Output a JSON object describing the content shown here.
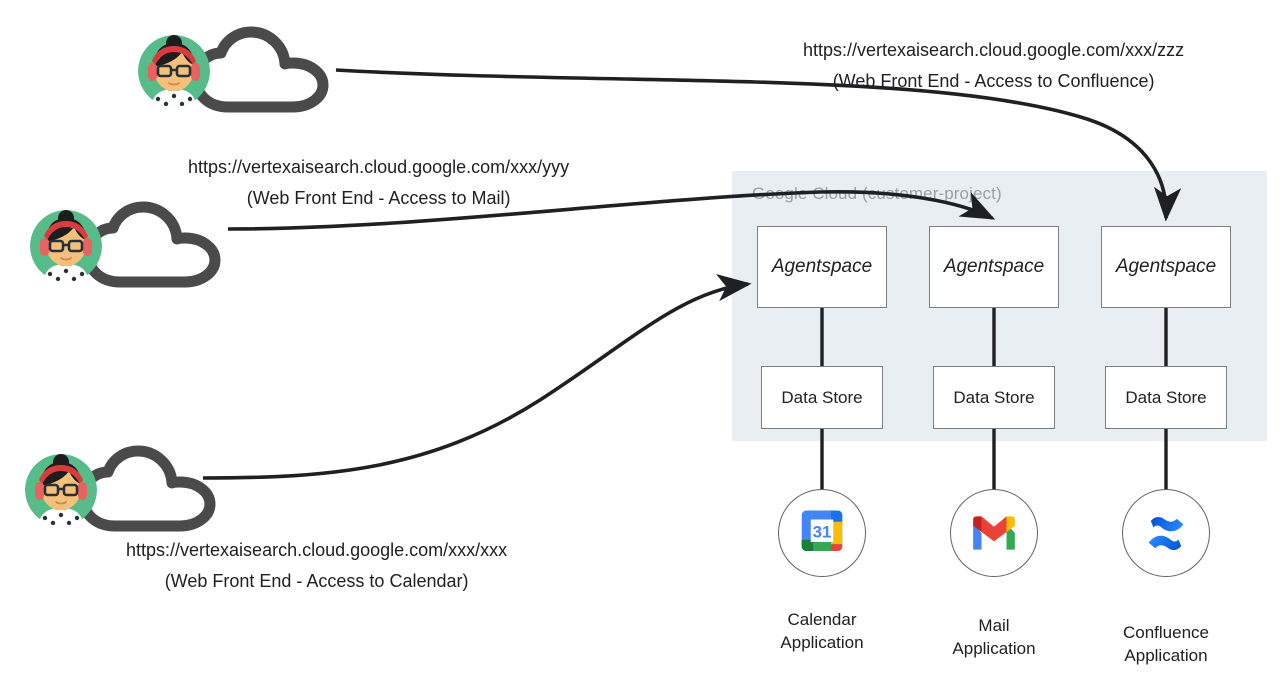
{
  "diagram": {
    "title": "Agentspace multi-instance access architecture",
    "background_color": "#ffffff"
  },
  "container": {
    "label": "Google Cloud (customer-project)",
    "fill_color": "#e8eef1",
    "label_color": "#9aa0a6"
  },
  "users": [
    {
      "id": "user-confluence",
      "icon": "user-cloud-icon",
      "url": "https://vertexaisearch.cloud.google.com/xxx/zzz",
      "description": "(Web Front End - Access to Confluence)"
    },
    {
      "id": "user-mail",
      "icon": "user-cloud-icon",
      "url": "https://vertexaisearch.cloud.google.com/xxx/yyy",
      "description": "(Web Front End - Access to Mail)"
    },
    {
      "id": "user-calendar",
      "icon": "user-cloud-icon",
      "url": "https://vertexaisearch.cloud.google.com/xxx/xxx",
      "description": "(Web Front End - Access to Calendar)"
    }
  ],
  "columns": [
    {
      "id": "calendar-column",
      "agentspace_label": "Agentspace",
      "datastore_label": "Data Store",
      "app_icon": "google-calendar-icon",
      "app_icon_text": "31",
      "app_caption_line1": "Calendar",
      "app_caption_line2": "Application"
    },
    {
      "id": "mail-column",
      "agentspace_label": "Agentspace",
      "datastore_label": "Data Store",
      "app_icon": "gmail-icon",
      "app_icon_text": "",
      "app_caption_line1": "Mail",
      "app_caption_line2": "Application"
    },
    {
      "id": "confluence-column",
      "agentspace_label": "Agentspace",
      "datastore_label": "Data Store",
      "app_icon": "confluence-icon",
      "app_icon_text": "",
      "app_caption_line1": "Confluence",
      "app_caption_line2": "Application"
    }
  ],
  "colors": {
    "box_border": "#7b7f85",
    "connector": "#1f2023",
    "avatar_background": "#57bb8a",
    "cloud_outline": "#4a4a4a",
    "calendar_blue": "#4285f4",
    "calendar_yellow": "#fbbc04",
    "calendar_green": "#34a853",
    "calendar_red": "#ea4335",
    "gmail_red": "#ea4335",
    "gmail_blue": "#4285f4",
    "gmail_green": "#34a853",
    "gmail_yellow": "#fbbc04",
    "confluence_blue_dark": "#1868db",
    "confluence_blue_light": "#2684ff"
  }
}
